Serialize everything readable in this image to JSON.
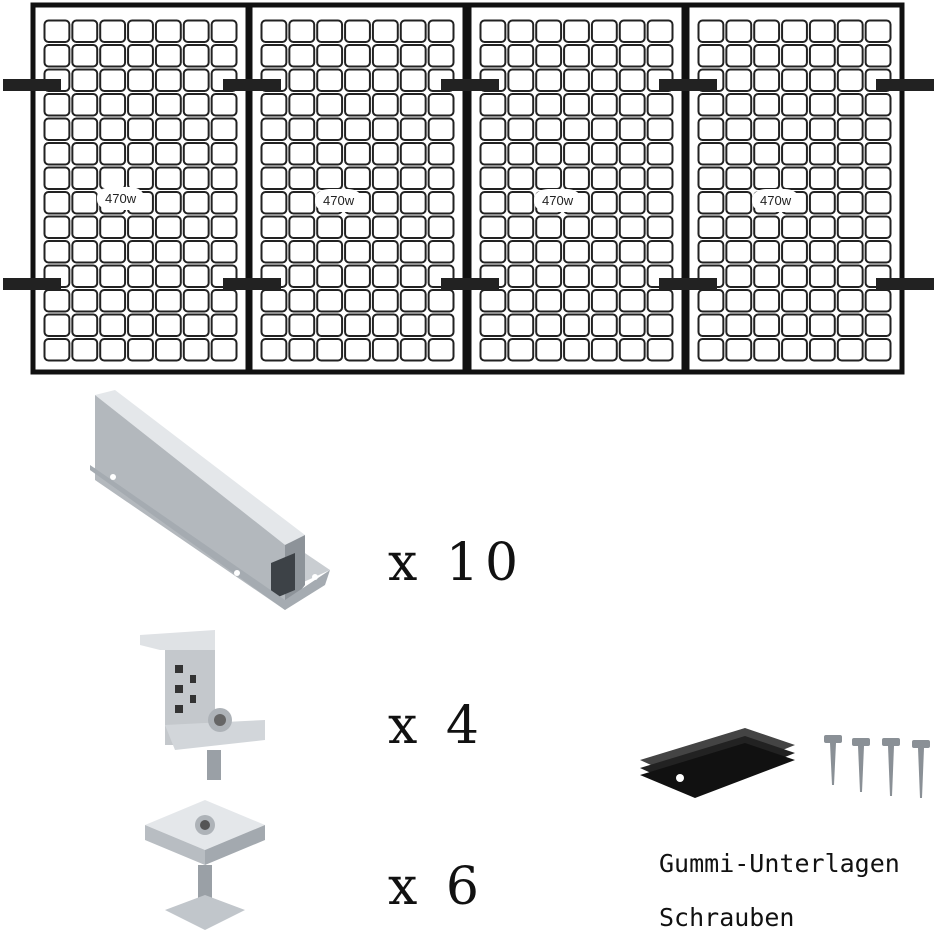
{
  "panels": [
    {
      "label": "470w"
    },
    {
      "label": "470w"
    },
    {
      "label": "470w"
    },
    {
      "label": "470w"
    }
  ],
  "panel_grid": {
    "columns": 7,
    "rows": 14
  },
  "items": [
    {
      "name": "mounting-rail",
      "quantity": "x 10"
    },
    {
      "name": "end-clamp",
      "quantity": "x 4"
    },
    {
      "name": "middle-clamp",
      "quantity": "x 6"
    }
  ],
  "accessories": {
    "rubber_pads_label": "Gummi-Unterlagen",
    "screws_label": "Schrauben"
  }
}
